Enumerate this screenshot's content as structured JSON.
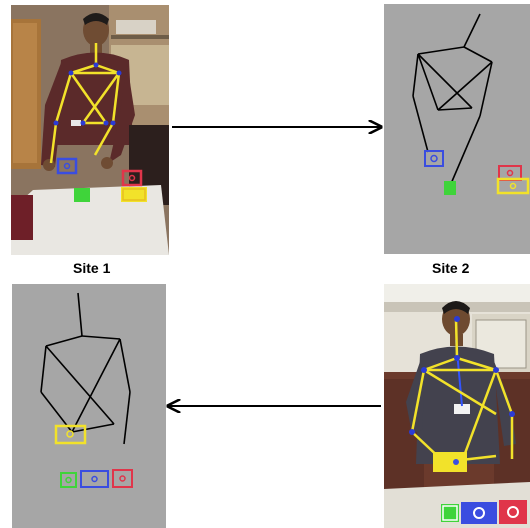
{
  "labels": {
    "site1": "Site 1",
    "site2": "Site 2"
  },
  "colors": {
    "skeleton_overlay": "#f2e22a",
    "joint": "#2b3bd6",
    "block_blue": "#3a4de0",
    "block_red": "#e0354a",
    "block_yellow": "#f2e22a",
    "block_green": "#3fd43a",
    "remote_skeleton": "#000000",
    "remote_background": "#a6a6a6"
  },
  "panels": [
    {
      "site": "site1",
      "kind": "camera-photo-with-skeleton-overlay"
    },
    {
      "site": "site2",
      "kind": "rendered-remote-skeleton-with-blocks"
    },
    {
      "site": "site1",
      "kind": "rendered-remote-skeleton-with-blocks"
    },
    {
      "site": "site2",
      "kind": "camera-photo-with-skeleton-overlay"
    }
  ],
  "arrows": [
    {
      "from": "site1-photo",
      "to": "site2-render",
      "direction": "right"
    },
    {
      "from": "site2-photo",
      "to": "site1-render",
      "direction": "left"
    }
  ]
}
